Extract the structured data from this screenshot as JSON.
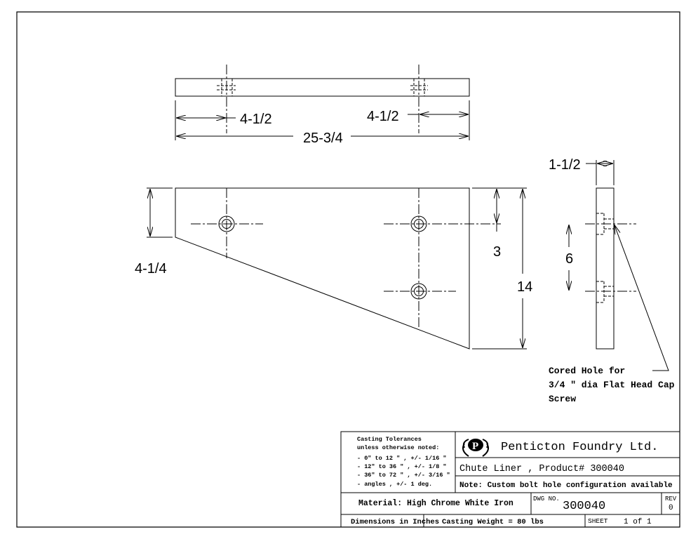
{
  "dimensions": {
    "top_left_offset": "4-1/2",
    "top_right_offset": "4-1/2",
    "overall_length": "25-3/4",
    "thickness": "1-1/2",
    "left_height": "4-1/4",
    "hole_offset": "3",
    "overall_height": "14",
    "hole_spacing": "6"
  },
  "note": {
    "line1": "Cored Hole for",
    "line2": "3/4 \" dia Flat Head Cap",
    "line3": "Screw"
  },
  "title_block": {
    "tolerances": {
      "heading": "Casting Tolerances",
      "subheading": "unless otherwise noted:",
      "row1": "-    0\" to 12 \" , +/- 1/16 \"",
      "row2": "- 12\" to 36 \"  , +/- 1/8 \"",
      "row3": "- 36\" to 72 \"  , +/- 3/16 \"",
      "row4": "- angles        , +/- 1 deg."
    },
    "logo_letter": "P",
    "company": "Penticton Foundry Ltd.",
    "title": "Chute Liner , Product# 300040",
    "note": "Note: Custom bolt hole configuration available",
    "material": "Material: High Chrome White Iron",
    "dwg_label": "DWG NO.",
    "dwg_number": "300040",
    "rev_label": "REV",
    "rev_value": "0",
    "units": "Dimensions in Inches",
    "weight": "Casting Weight = 80 lbs",
    "sheet_label": "SHEET",
    "sheet_value": "1 of 1"
  }
}
